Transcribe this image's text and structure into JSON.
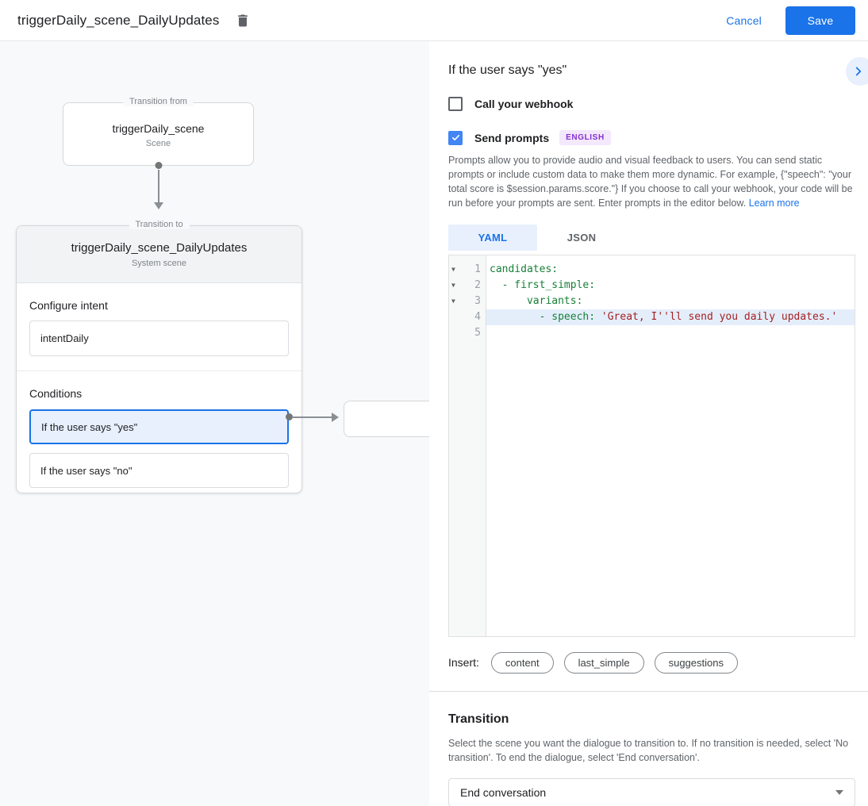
{
  "topbar": {
    "title": "triggerDaily_scene_DailyUpdates",
    "cancel_label": "Cancel",
    "save_label": "Save"
  },
  "diagram": {
    "from_scene": {
      "legend": "Transition from",
      "name": "triggerDaily_scene",
      "type": "Scene"
    },
    "to_scene": {
      "legend": "Transition to",
      "name": "triggerDaily_scene_DailyUpdates",
      "type": "System scene"
    },
    "configure_intent_label": "Configure intent",
    "intent_value": "intentDaily",
    "conditions_label": "Conditions",
    "conditions": [
      {
        "label": "If the user says \"yes\"",
        "selected": true
      },
      {
        "label": "If the user says \"no\"",
        "selected": false
      }
    ]
  },
  "panel": {
    "title": "If the user says \"yes\"",
    "webhook": {
      "label": "Call your webhook",
      "checked": false
    },
    "prompts": {
      "label": "Send prompts",
      "checked": true,
      "badge": "ENGLISH"
    },
    "description": "Prompts allow you to provide audio and visual feedback to users. You can send static prompts or include custom data to make them more dynamic. For example, {\"speech\": \"your total score is $session.params.score.\"} If you choose to call your webhook, your code will be run before your prompts are sent. Enter prompts in the editor below.",
    "learn_more": "Learn more",
    "editor": {
      "tabs": [
        {
          "label": "YAML",
          "active": true
        },
        {
          "label": "JSON",
          "active": false
        }
      ],
      "lines": [
        {
          "num": 1,
          "fold": true,
          "highlight": false,
          "segments": [
            {
              "c": "key",
              "t": "candidates:"
            }
          ]
        },
        {
          "num": 2,
          "fold": true,
          "highlight": false,
          "segments": [
            {
              "c": "key",
              "t": "  - first_simple:"
            }
          ]
        },
        {
          "num": 3,
          "fold": true,
          "highlight": false,
          "segments": [
            {
              "c": "key",
              "t": "      variants:"
            }
          ]
        },
        {
          "num": 4,
          "fold": false,
          "highlight": true,
          "segments": [
            {
              "c": "key",
              "t": "        - speech: "
            },
            {
              "c": "str",
              "t": "'Great, I''ll send you daily updates.'"
            }
          ]
        },
        {
          "num": 5,
          "fold": false,
          "highlight": false,
          "segments": []
        }
      ]
    },
    "insert": {
      "label": "Insert:",
      "pills": [
        "content",
        "last_simple",
        "suggestions"
      ]
    },
    "transition": {
      "title": "Transition",
      "description": "Select the scene you want the dialogue to transition to. If no transition is needed, select 'No transition'. To end the dialogue, select 'End conversation'.",
      "selected": "End conversation"
    }
  },
  "colors": {
    "accent_blue": "#1a73e8",
    "checkbox_blue": "#4285f4",
    "selected_condition_bg": "#e8f0fe",
    "badge_purple_text": "#8430ce",
    "badge_purple_bg": "#f4e8fd",
    "code_key_green": "#188038",
    "code_string_red": "#a62121",
    "active_line_bg": "#e4eefb",
    "canvas_bg": "#f8f9fa"
  }
}
